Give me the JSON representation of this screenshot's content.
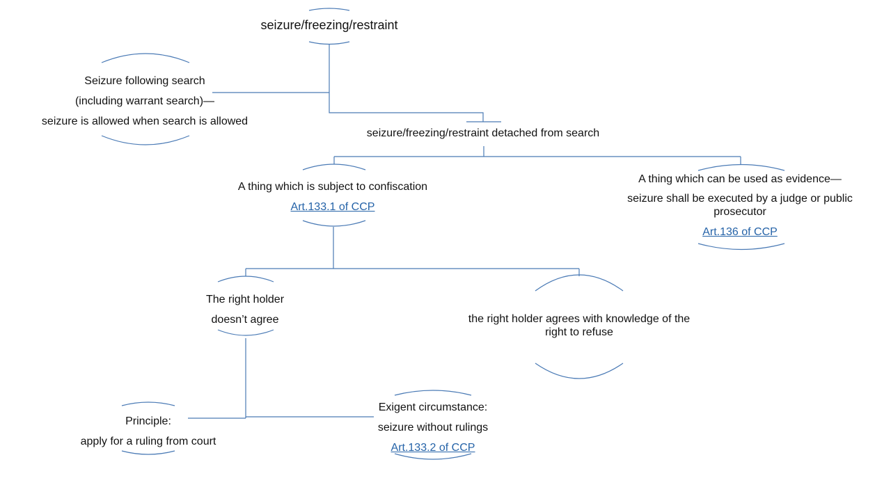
{
  "colors": {
    "line": "#4a7ab5",
    "link": "#2563a8",
    "text": "#111111"
  },
  "nodes": {
    "root": "seizure/freezing/restraint",
    "search": {
      "line1": "Seizure following search",
      "line2": "(including warrant search)—",
      "line3": "seizure is allowed when search is allowed"
    },
    "detached": "seizure/freezing/restraint detached from search",
    "confiscation": {
      "line1": "A thing which is subject to confiscation",
      "link": "Art.133.1 of CCP"
    },
    "evidence": {
      "line1": "A thing which can be used as evidence—",
      "line2": "seizure shall be executed by a judge or public",
      "line3": "prosecutor",
      "link": "Art.136 of CCP"
    },
    "disagree": {
      "line1": "The right holder",
      "line2": "doesn’t agree"
    },
    "agree": {
      "line1": "the right holder agrees with knowledge of the",
      "line2": "right to refuse"
    },
    "principle": {
      "line1": "Principle:",
      "line2": "apply for a ruling from court"
    },
    "exigent": {
      "line1": "Exigent circumstance:",
      "line2": "seizure without rulings",
      "link": "Art.133.2 of CCP"
    }
  }
}
